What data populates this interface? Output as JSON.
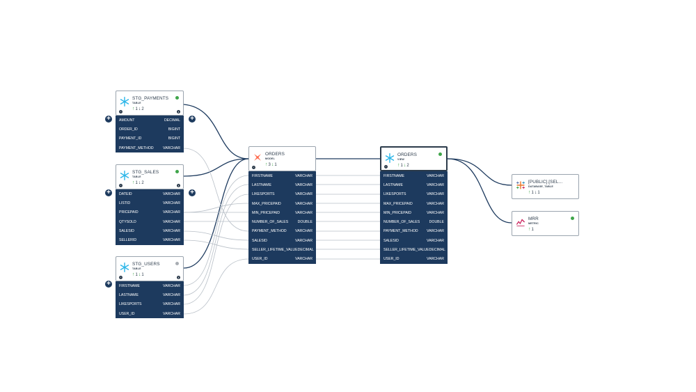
{
  "nodes": {
    "stg_payments": {
      "title": "STG_PAYMENTS",
      "type_label": "TABLE",
      "up": "1",
      "down": "2",
      "status_color": "#3fa54a",
      "fields": [
        {
          "name": "AMOUNT",
          "type": "DECIMAL"
        },
        {
          "name": "ORDER_ID",
          "type": "BIGINT"
        },
        {
          "name": "PAYMENT_ID",
          "type": "BIGINT"
        },
        {
          "name": "PAYMENT_METHOD",
          "type": "VARCHAR"
        }
      ]
    },
    "stg_sales": {
      "title": "STG_SALES",
      "type_label": "TABLE",
      "up": "1",
      "down": "2",
      "status_color": "#3fa54a",
      "fields": [
        {
          "name": "DATEID",
          "type": "VARCHAR"
        },
        {
          "name": "LISTID",
          "type": "VARCHAR"
        },
        {
          "name": "PRICEPAID",
          "type": "VARCHAR"
        },
        {
          "name": "QTYSOLD",
          "type": "VARCHAR"
        },
        {
          "name": "SALESID",
          "type": "VARCHAR"
        },
        {
          "name": "SELLERID",
          "type": "VARCHAR"
        }
      ]
    },
    "stg_users": {
      "title": "STG_USERS",
      "type_label": "TABLE",
      "up": "1",
      "down": "1",
      "status_color": "#a8adb3",
      "fields": [
        {
          "name": "FIRSTNAME",
          "type": "VARCHAR"
        },
        {
          "name": "LASTNAME",
          "type": "VARCHAR"
        },
        {
          "name": "LIKESPORTS",
          "type": "VARCHAR"
        },
        {
          "name": "USER_ID",
          "type": "VARCHAR"
        }
      ]
    },
    "orders_model": {
      "title": "ORDERS",
      "type_label": "MODEL",
      "up": "3",
      "down": "1",
      "fields": [
        {
          "name": "FIRSTNAME",
          "type": "VARCHAR"
        },
        {
          "name": "LASTNAME",
          "type": "VARCHAR"
        },
        {
          "name": "LIKESPORTS",
          "type": "VARCHAR"
        },
        {
          "name": "MAX_PRICEPAID",
          "type": "VARCHAR"
        },
        {
          "name": "MIN_PRICEPAID",
          "type": "VARCHAR"
        },
        {
          "name": "NUMBER_OF_SALES",
          "type": "DOUBLE"
        },
        {
          "name": "PAYMENT_METHOD",
          "type": "VARCHAR"
        },
        {
          "name": "SALESID",
          "type": "VARCHAR"
        },
        {
          "name": "SELLER_LIFETIME_VALUE",
          "type": "DECIMAL"
        },
        {
          "name": "USER_ID",
          "type": "VARCHAR"
        }
      ]
    },
    "orders_view": {
      "title": "ORDERS",
      "type_label": "VIEW",
      "up": "1",
      "down": "2",
      "status_color": "#3fa54a",
      "fields": [
        {
          "name": "FIRSTNAME",
          "type": "VARCHAR"
        },
        {
          "name": "LASTNAME",
          "type": "VARCHAR"
        },
        {
          "name": "LIKESPORTS",
          "type": "VARCHAR"
        },
        {
          "name": "MAX_PRICEPAID",
          "type": "VARCHAR"
        },
        {
          "name": "MIN_PRICEPAID",
          "type": "VARCHAR"
        },
        {
          "name": "NUMBER_OF_SALES",
          "type": "DOUBLE"
        },
        {
          "name": "PAYMENT_METHOD",
          "type": "VARCHAR"
        },
        {
          "name": "SALESID",
          "type": "VARCHAR"
        },
        {
          "name": "SELLER_LIFETIME_VALUE",
          "type": "DECIMAL"
        },
        {
          "name": "USER_ID",
          "type": "VARCHAR"
        }
      ]
    },
    "public_sel": {
      "title": "[PUBLIC].[SEL...",
      "type_label": "DATABASE_TABLE",
      "up": "1",
      "down": "1"
    },
    "mrr": {
      "title": "MRR",
      "type_label": "METRIC",
      "up": "1",
      "status_color": "#3fa54a"
    }
  },
  "colors": {
    "field_bg": "#1d3a5e",
    "edge": "#1d3a5e",
    "field_edge": "#b8bfc7",
    "upstream_arrow": "#3fa54a",
    "snowflake": "#29b5e8",
    "dbt": "#ff694b",
    "tableau": "#e8762c",
    "metric": "#c8205a"
  }
}
